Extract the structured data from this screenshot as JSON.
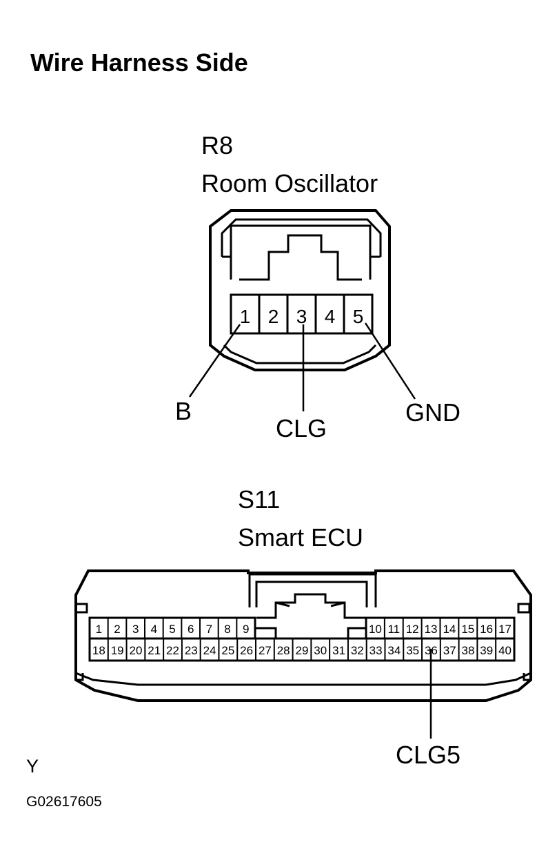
{
  "title": "Wire Harness Side",
  "connector_r8": {
    "code": "R8",
    "name": "Room Oscillator",
    "pins": [
      "1",
      "2",
      "3",
      "4",
      "5"
    ],
    "wires": [
      {
        "pin": "1",
        "label": "B"
      },
      {
        "pin": "3",
        "label": "CLG"
      },
      {
        "pin": "5",
        "label": "GND"
      }
    ]
  },
  "connector_s11": {
    "code": "S11",
    "name": "Smart ECU",
    "top_left_pins": [
      "1",
      "2",
      "3",
      "4",
      "5",
      "6",
      "7",
      "8",
      "9"
    ],
    "top_right_pins": [
      "10",
      "11",
      "12",
      "13",
      "14",
      "15",
      "16",
      "17"
    ],
    "bottom_pins": [
      "18",
      "19",
      "20",
      "21",
      "22",
      "23",
      "24",
      "25",
      "26",
      "27",
      "28",
      "29",
      "30",
      "31",
      "32",
      "33",
      "34",
      "35",
      "36",
      "37",
      "38",
      "39",
      "40"
    ],
    "wires": [
      {
        "pin": "36",
        "label": "CLG5"
      }
    ]
  },
  "footer": {
    "letter": "Y",
    "figure_id": "G02617605"
  }
}
